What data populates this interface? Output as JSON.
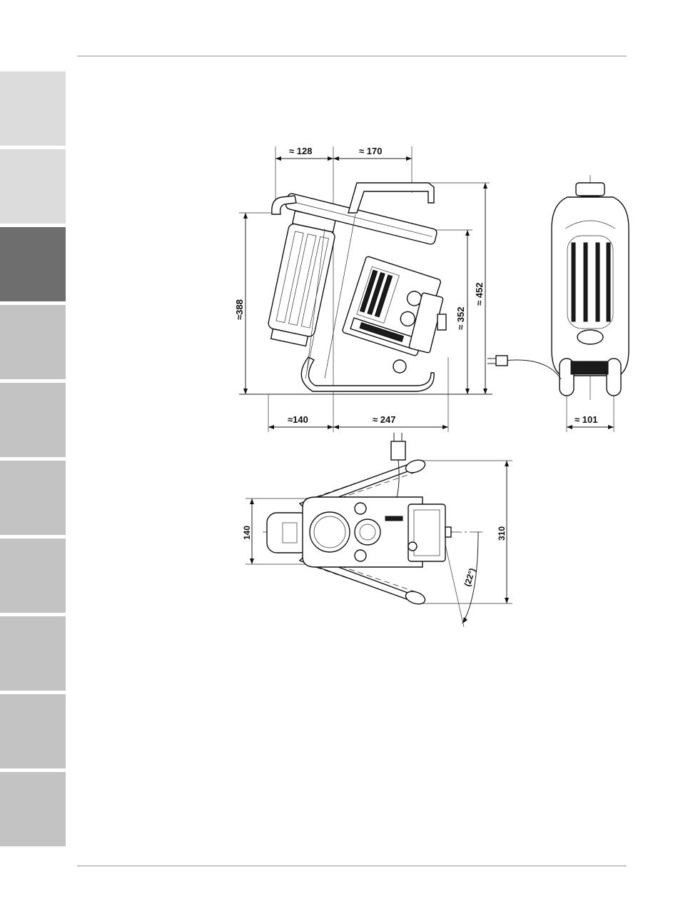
{
  "sidebar": {
    "tab_colors": [
      "#dcdcdc",
      "#dcdcdc",
      "#6e6e6e",
      "#c3c3c3",
      "#c3c3c3",
      "#c3c3c3",
      "#c3c3c3",
      "#c3c3c3",
      "#c3c3c3",
      "#c3c3c3"
    ],
    "active_index": 2
  },
  "drawing": {
    "side_view": {
      "dim_top_left": "≈ 128",
      "dim_top_right": "≈ 170",
      "dim_left_height": "≈388",
      "dim_inner_height": "≈ 352",
      "dim_total_height": "≈ 452",
      "dim_bottom_left": "≈140",
      "dim_bottom_right": "≈ 247"
    },
    "front_view": {
      "dim_width": "≈ 101"
    },
    "top_view": {
      "dim_width": "140",
      "dim_length": "310",
      "dim_angle": "(22°)"
    }
  }
}
